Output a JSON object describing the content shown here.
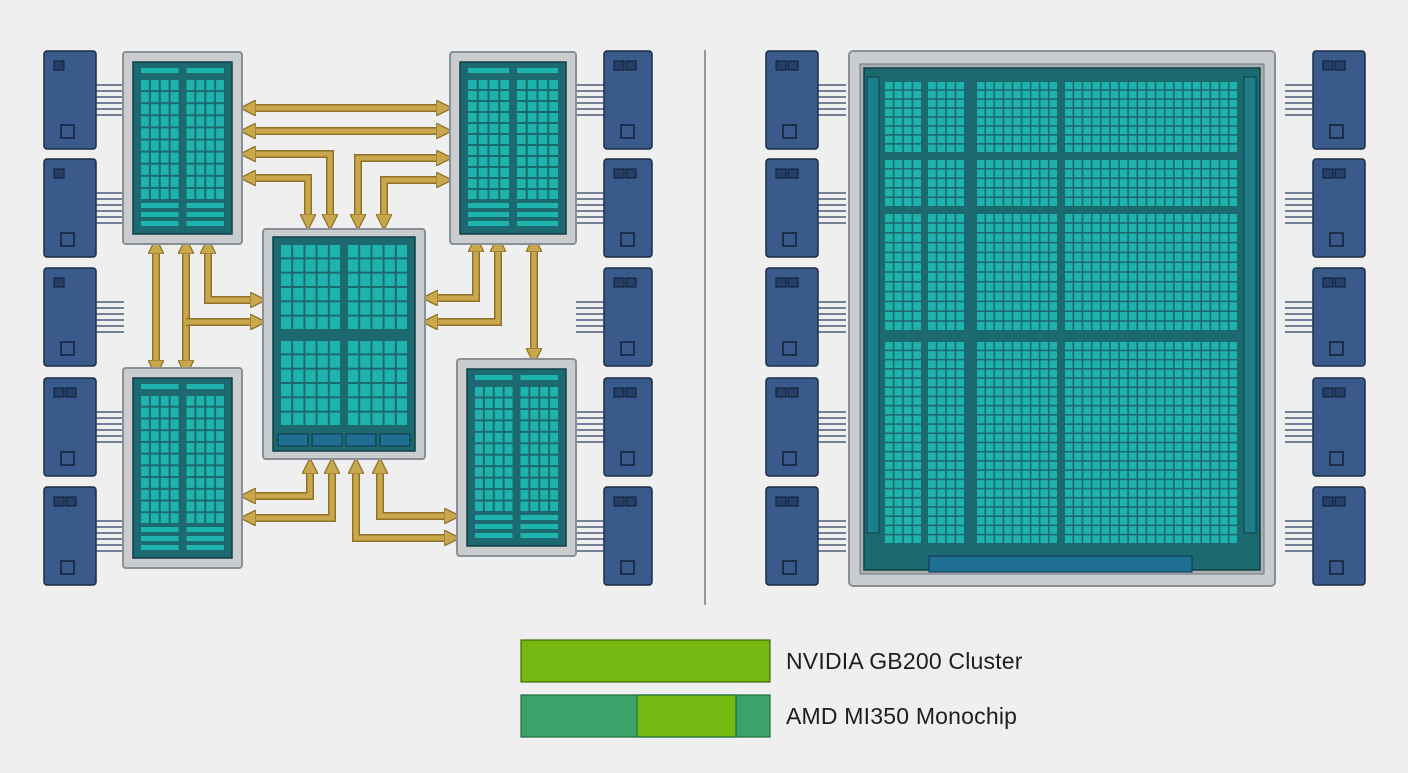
{
  "colors": {
    "background": "#efefef",
    "hbm_fill": "#3a5a8c",
    "hbm_stroke": "#1c2d47",
    "hbm_square": "#253f68",
    "package_fill": "#c9cdd0",
    "package_stroke": "#8a9096",
    "die_fill": "#1c6a70",
    "die_stroke": "#123f44",
    "compute_cell": "#1fb3ad",
    "io_bar": "#1c8f91",
    "interconnect": "#c9a74d",
    "interconnect_stroke": "#8f7228",
    "monochip_edge_bar": "#1d7e8c",
    "monochip_io_bar": "#1f6f95",
    "divider": "#7a7a7a",
    "legend_nvidia": "#76b812",
    "legend_amd_outer": "#3aa36a",
    "legend_amd_inner": "#76b812"
  },
  "left_diagram": {
    "name": "chiplet-cluster",
    "hbm_stacks_per_side": 5,
    "compute_dies": 5,
    "io_blocks_on_center_die": 4
  },
  "right_diagram": {
    "name": "monolithic-die",
    "hbm_stacks_per_side": 5
  },
  "legend": {
    "items": [
      {
        "label": "NVIDIA GB200 Cluster",
        "swatch": "solid"
      },
      {
        "label": "AMD MI350 Monochip",
        "swatch": "split"
      }
    ]
  }
}
